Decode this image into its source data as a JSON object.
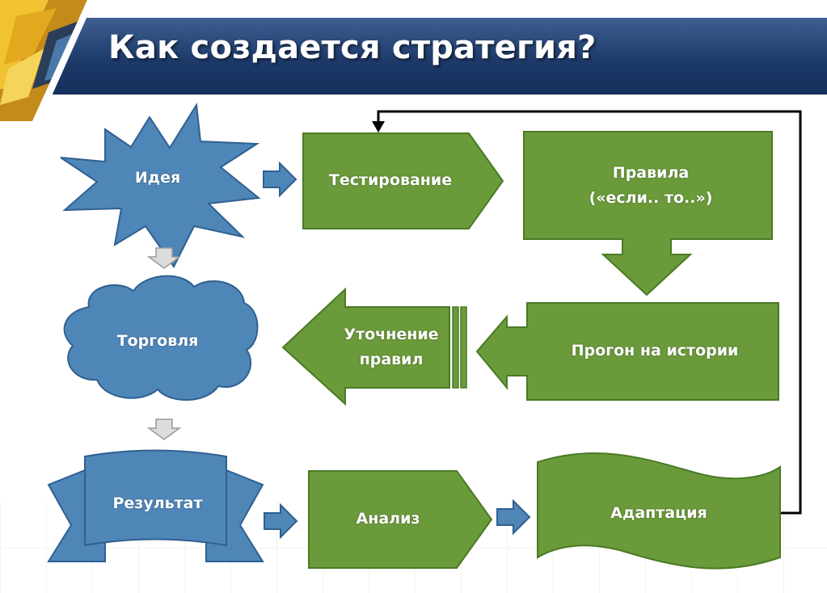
{
  "title": "Как создается стратегия?",
  "colors": {
    "green_fill": "#6a9a3a",
    "green_stroke": "#4a7a24",
    "blue_fill": "#4f86b8",
    "blue_stroke": "#2f6090",
    "title_band": "#1d3a6a"
  },
  "nodes": {
    "idea": "Идея",
    "testing": "Тестирование",
    "rules_line1": "Правила",
    "rules_line2": "(«если.. то..»)",
    "backtest": "Прогон на истории",
    "refine_line1": "Уточнение",
    "refine_line2": "правил",
    "trading": "Торговля",
    "result": "Результат",
    "analysis": "Анализ",
    "adaptation": "Адаптация"
  }
}
